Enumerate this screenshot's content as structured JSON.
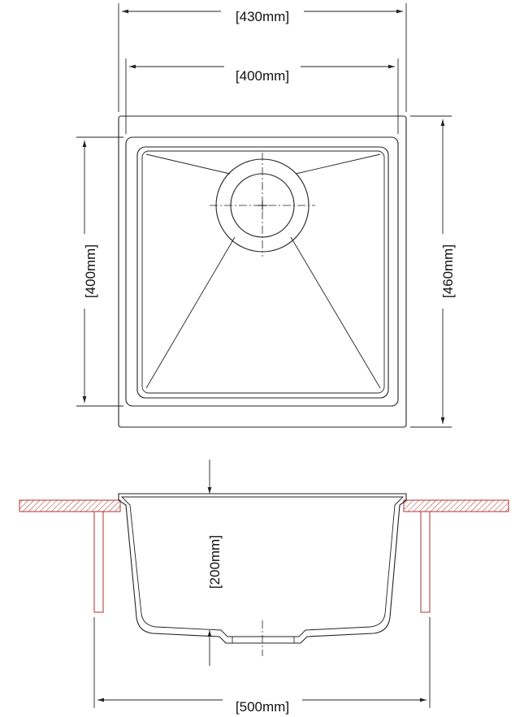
{
  "dimensions": {
    "overall_width_top": "[430mm]",
    "bowl_width": "[400mm]",
    "bowl_length": "[400mm]",
    "overall_length": "[460mm]",
    "bowl_depth": "[200mm]",
    "side_overall_width": "[500mm]"
  },
  "colors": {
    "line": "#222222",
    "countertop": "#b03030"
  }
}
